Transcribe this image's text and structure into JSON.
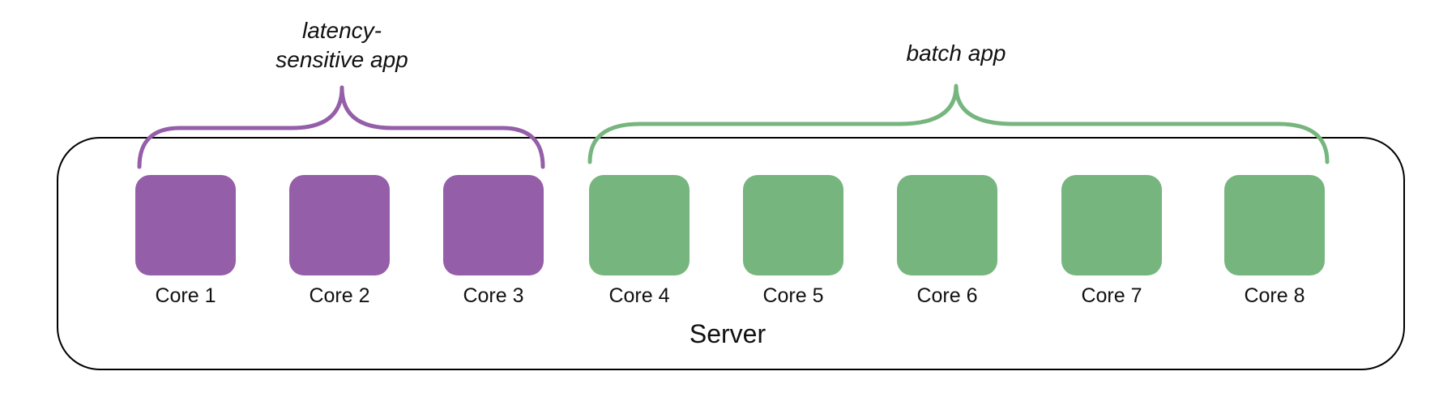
{
  "server": {
    "label": "Server",
    "border_color": "#000000"
  },
  "apps": [
    {
      "id": "latency",
      "label": "latency-\nsensitive app",
      "color": "#955EA8",
      "cores": [
        "Core 1",
        "Core 2",
        "Core 3"
      ]
    },
    {
      "id": "batch",
      "label": "batch app",
      "color": "#76B67E",
      "cores": [
        "Core 4",
        "Core 5",
        "Core 6",
        "Core 7",
        "Core 8"
      ]
    }
  ],
  "cores": [
    {
      "label": "Core 1",
      "app": "latency"
    },
    {
      "label": "Core 2",
      "app": "latency"
    },
    {
      "label": "Core 3",
      "app": "latency"
    },
    {
      "label": "Core 4",
      "app": "batch"
    },
    {
      "label": "Core 5",
      "app": "batch"
    },
    {
      "label": "Core 6",
      "app": "batch"
    },
    {
      "label": "Core 7",
      "app": "batch"
    },
    {
      "label": "Core 8",
      "app": "batch"
    }
  ]
}
